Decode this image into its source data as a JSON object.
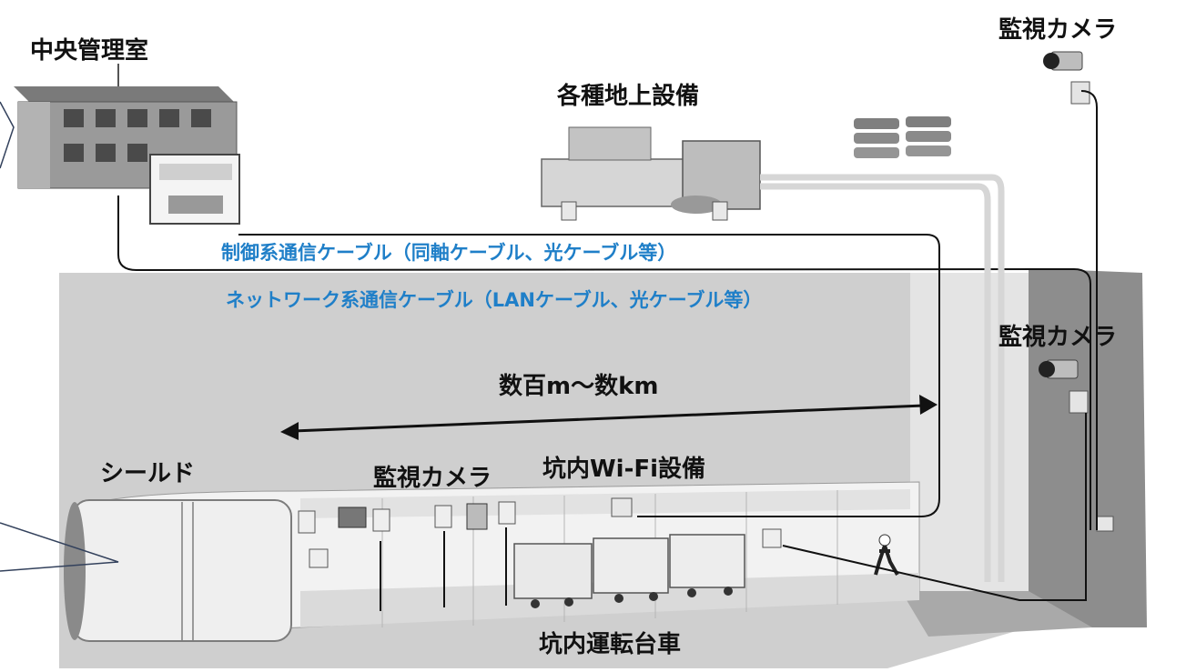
{
  "labels": {
    "control_room": "中央管理室",
    "ground_equipment": "各種地上設備",
    "camera_top_right": "監視カメラ",
    "camera_shaft": "監視カメラ",
    "camera_tunnel": "監視カメラ",
    "shield": "シールド",
    "wifi": "坑内Wi-Fi設備",
    "distance": "数百m～数km",
    "cart": "坑内運転台車"
  },
  "cables": {
    "control": "制御系通信ケーブル（同軸ケーブル、光ケーブル等）",
    "network": "ネットワーク系通信ケーブル（LANケーブル、光ケーブル等）"
  },
  "colors": {
    "label_text": "#111111",
    "cable_text": "#1f7fc8",
    "ground_panel": "#c9c9c9",
    "cable_line": "#111111"
  }
}
